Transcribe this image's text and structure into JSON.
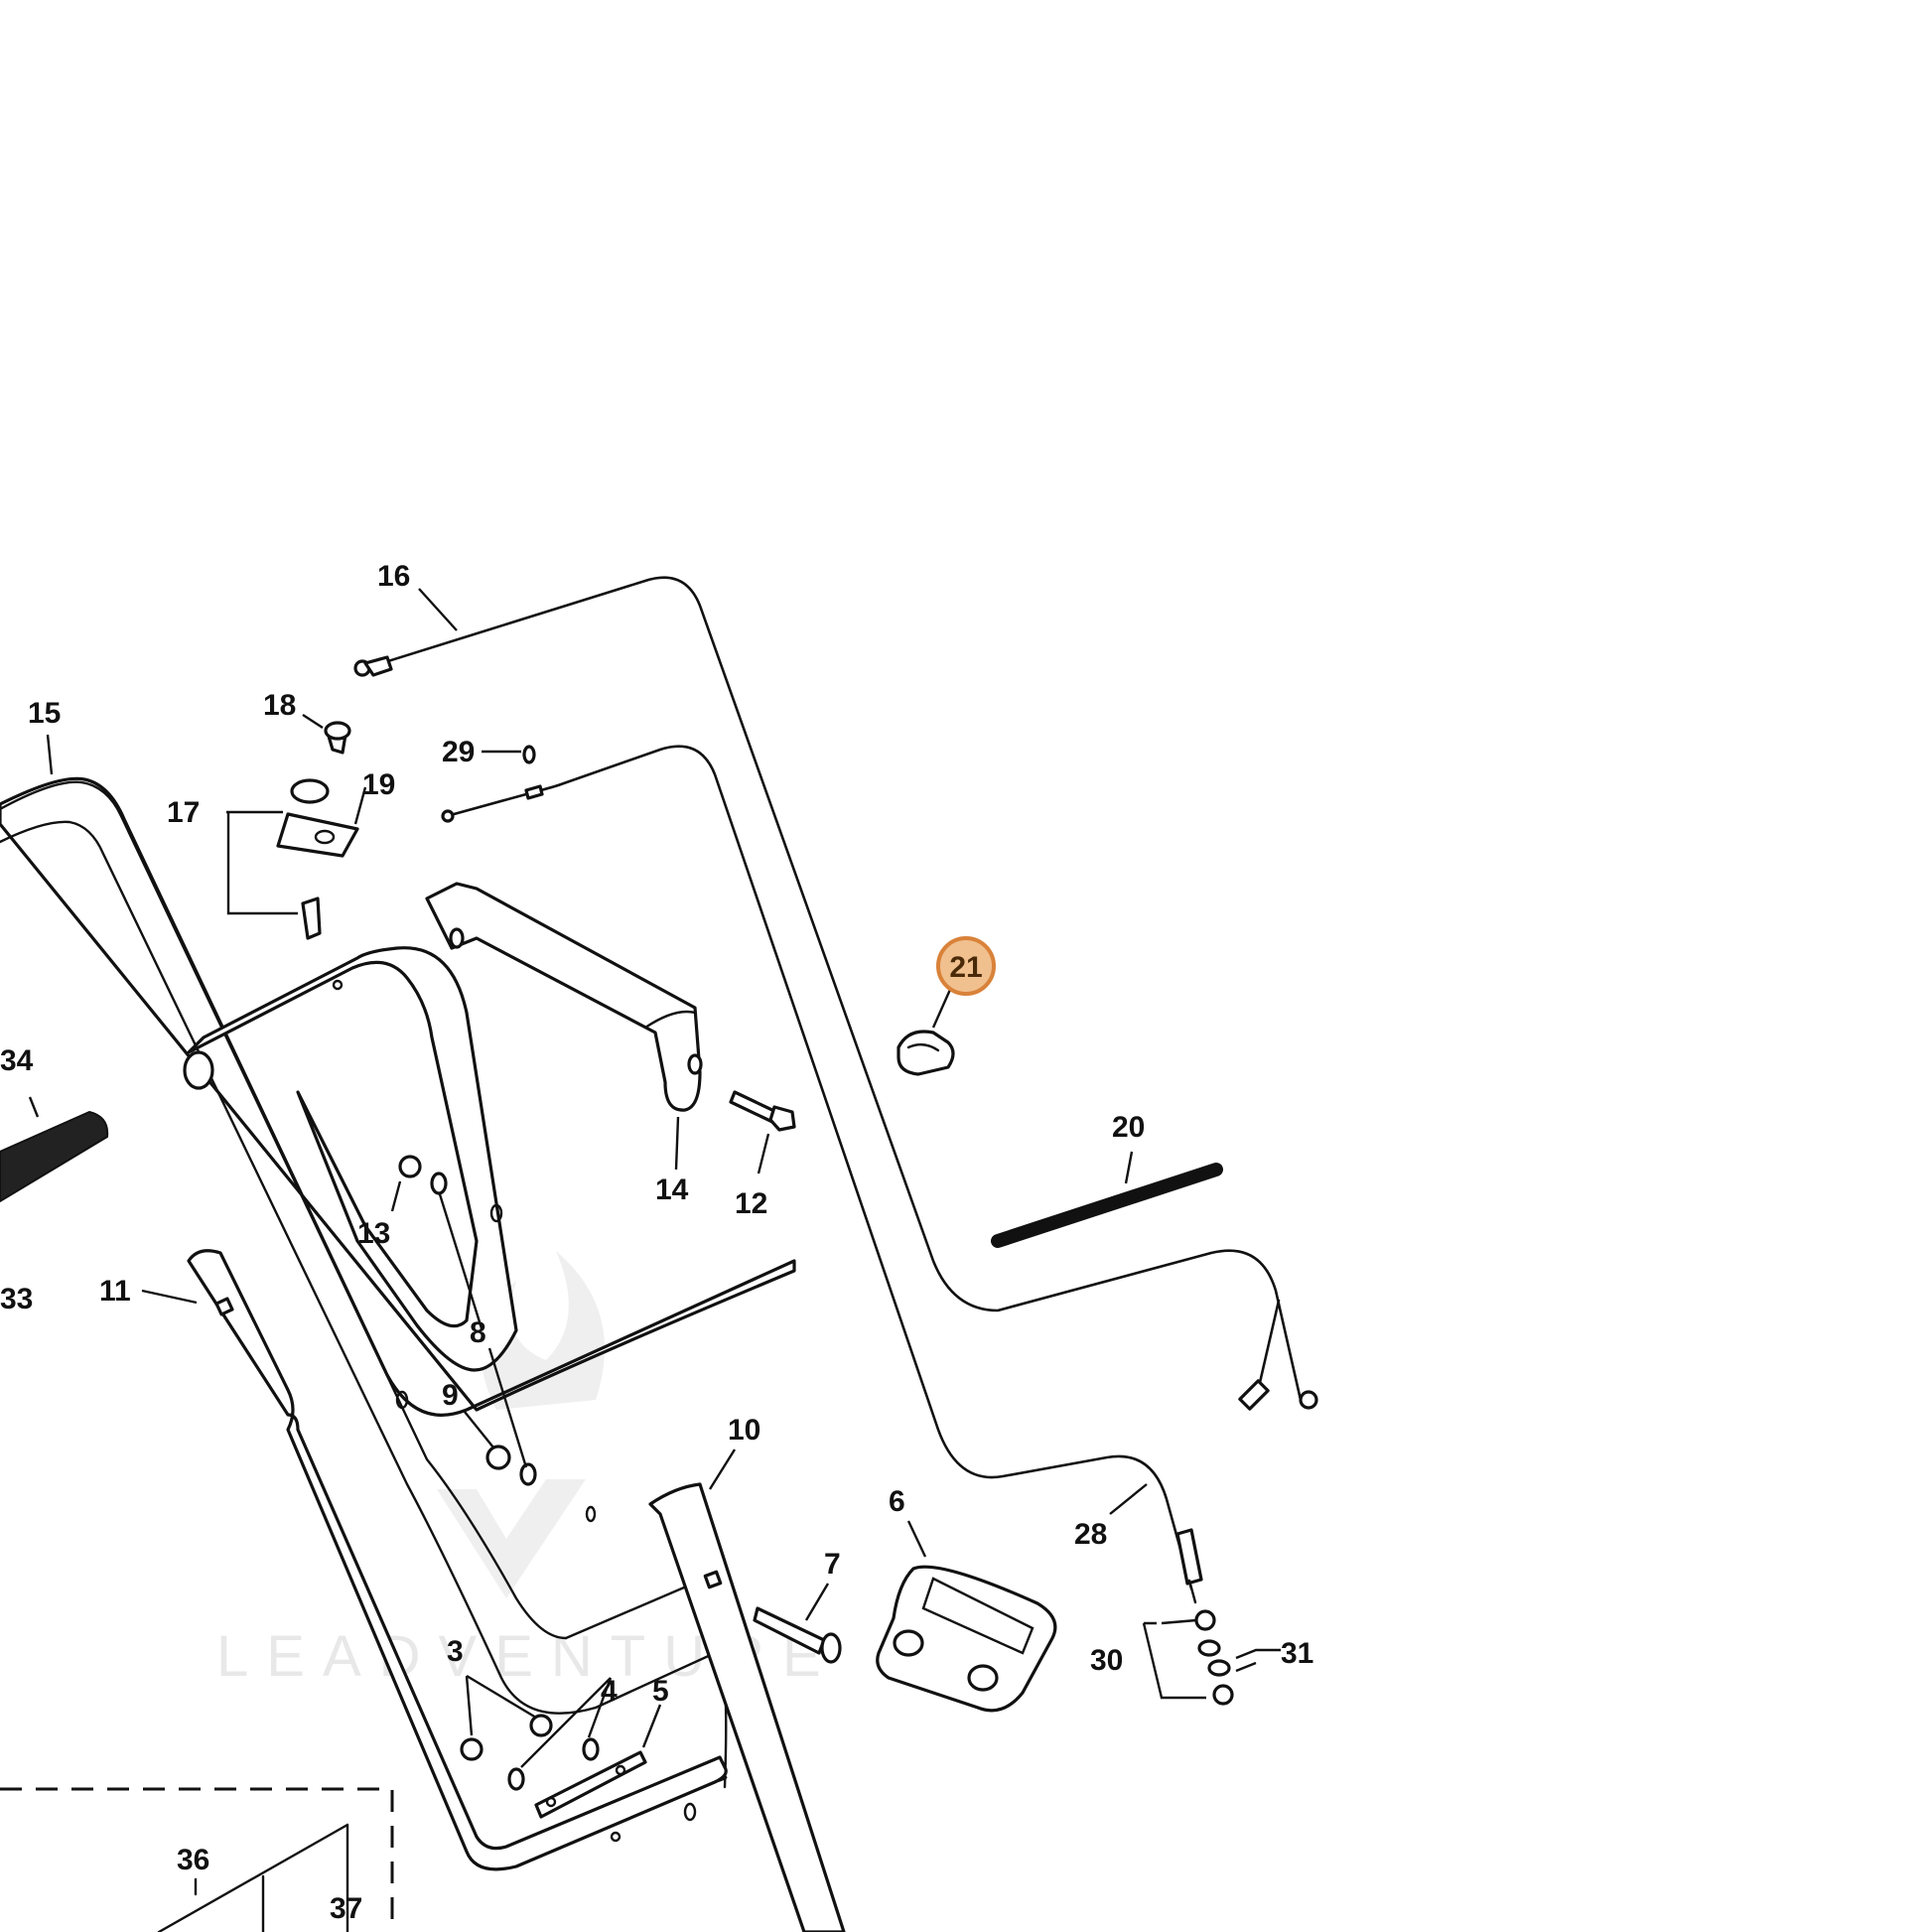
{
  "diagram": {
    "watermark": "LEADVENTURE",
    "highlight_color": "#f0c08e",
    "highlight_stroke": "#d9823a",
    "highlighted_part": "21",
    "labels": {
      "p3": "3",
      "p4": "4",
      "p5": "5",
      "p6": "6",
      "p7": "7",
      "p8": "8",
      "p9": "9",
      "p10": "10",
      "p11": "11",
      "p12": "12",
      "p13": "13",
      "p14": "14",
      "p15": "15",
      "p16": "16",
      "p17": "17",
      "p18": "18",
      "p19": "19",
      "p20": "20",
      "p21": "21",
      "p28": "28",
      "p29": "29",
      "p30": "30",
      "p31": "31",
      "p33": "33",
      "p34": "34",
      "p36": "36",
      "p37": "37"
    }
  }
}
